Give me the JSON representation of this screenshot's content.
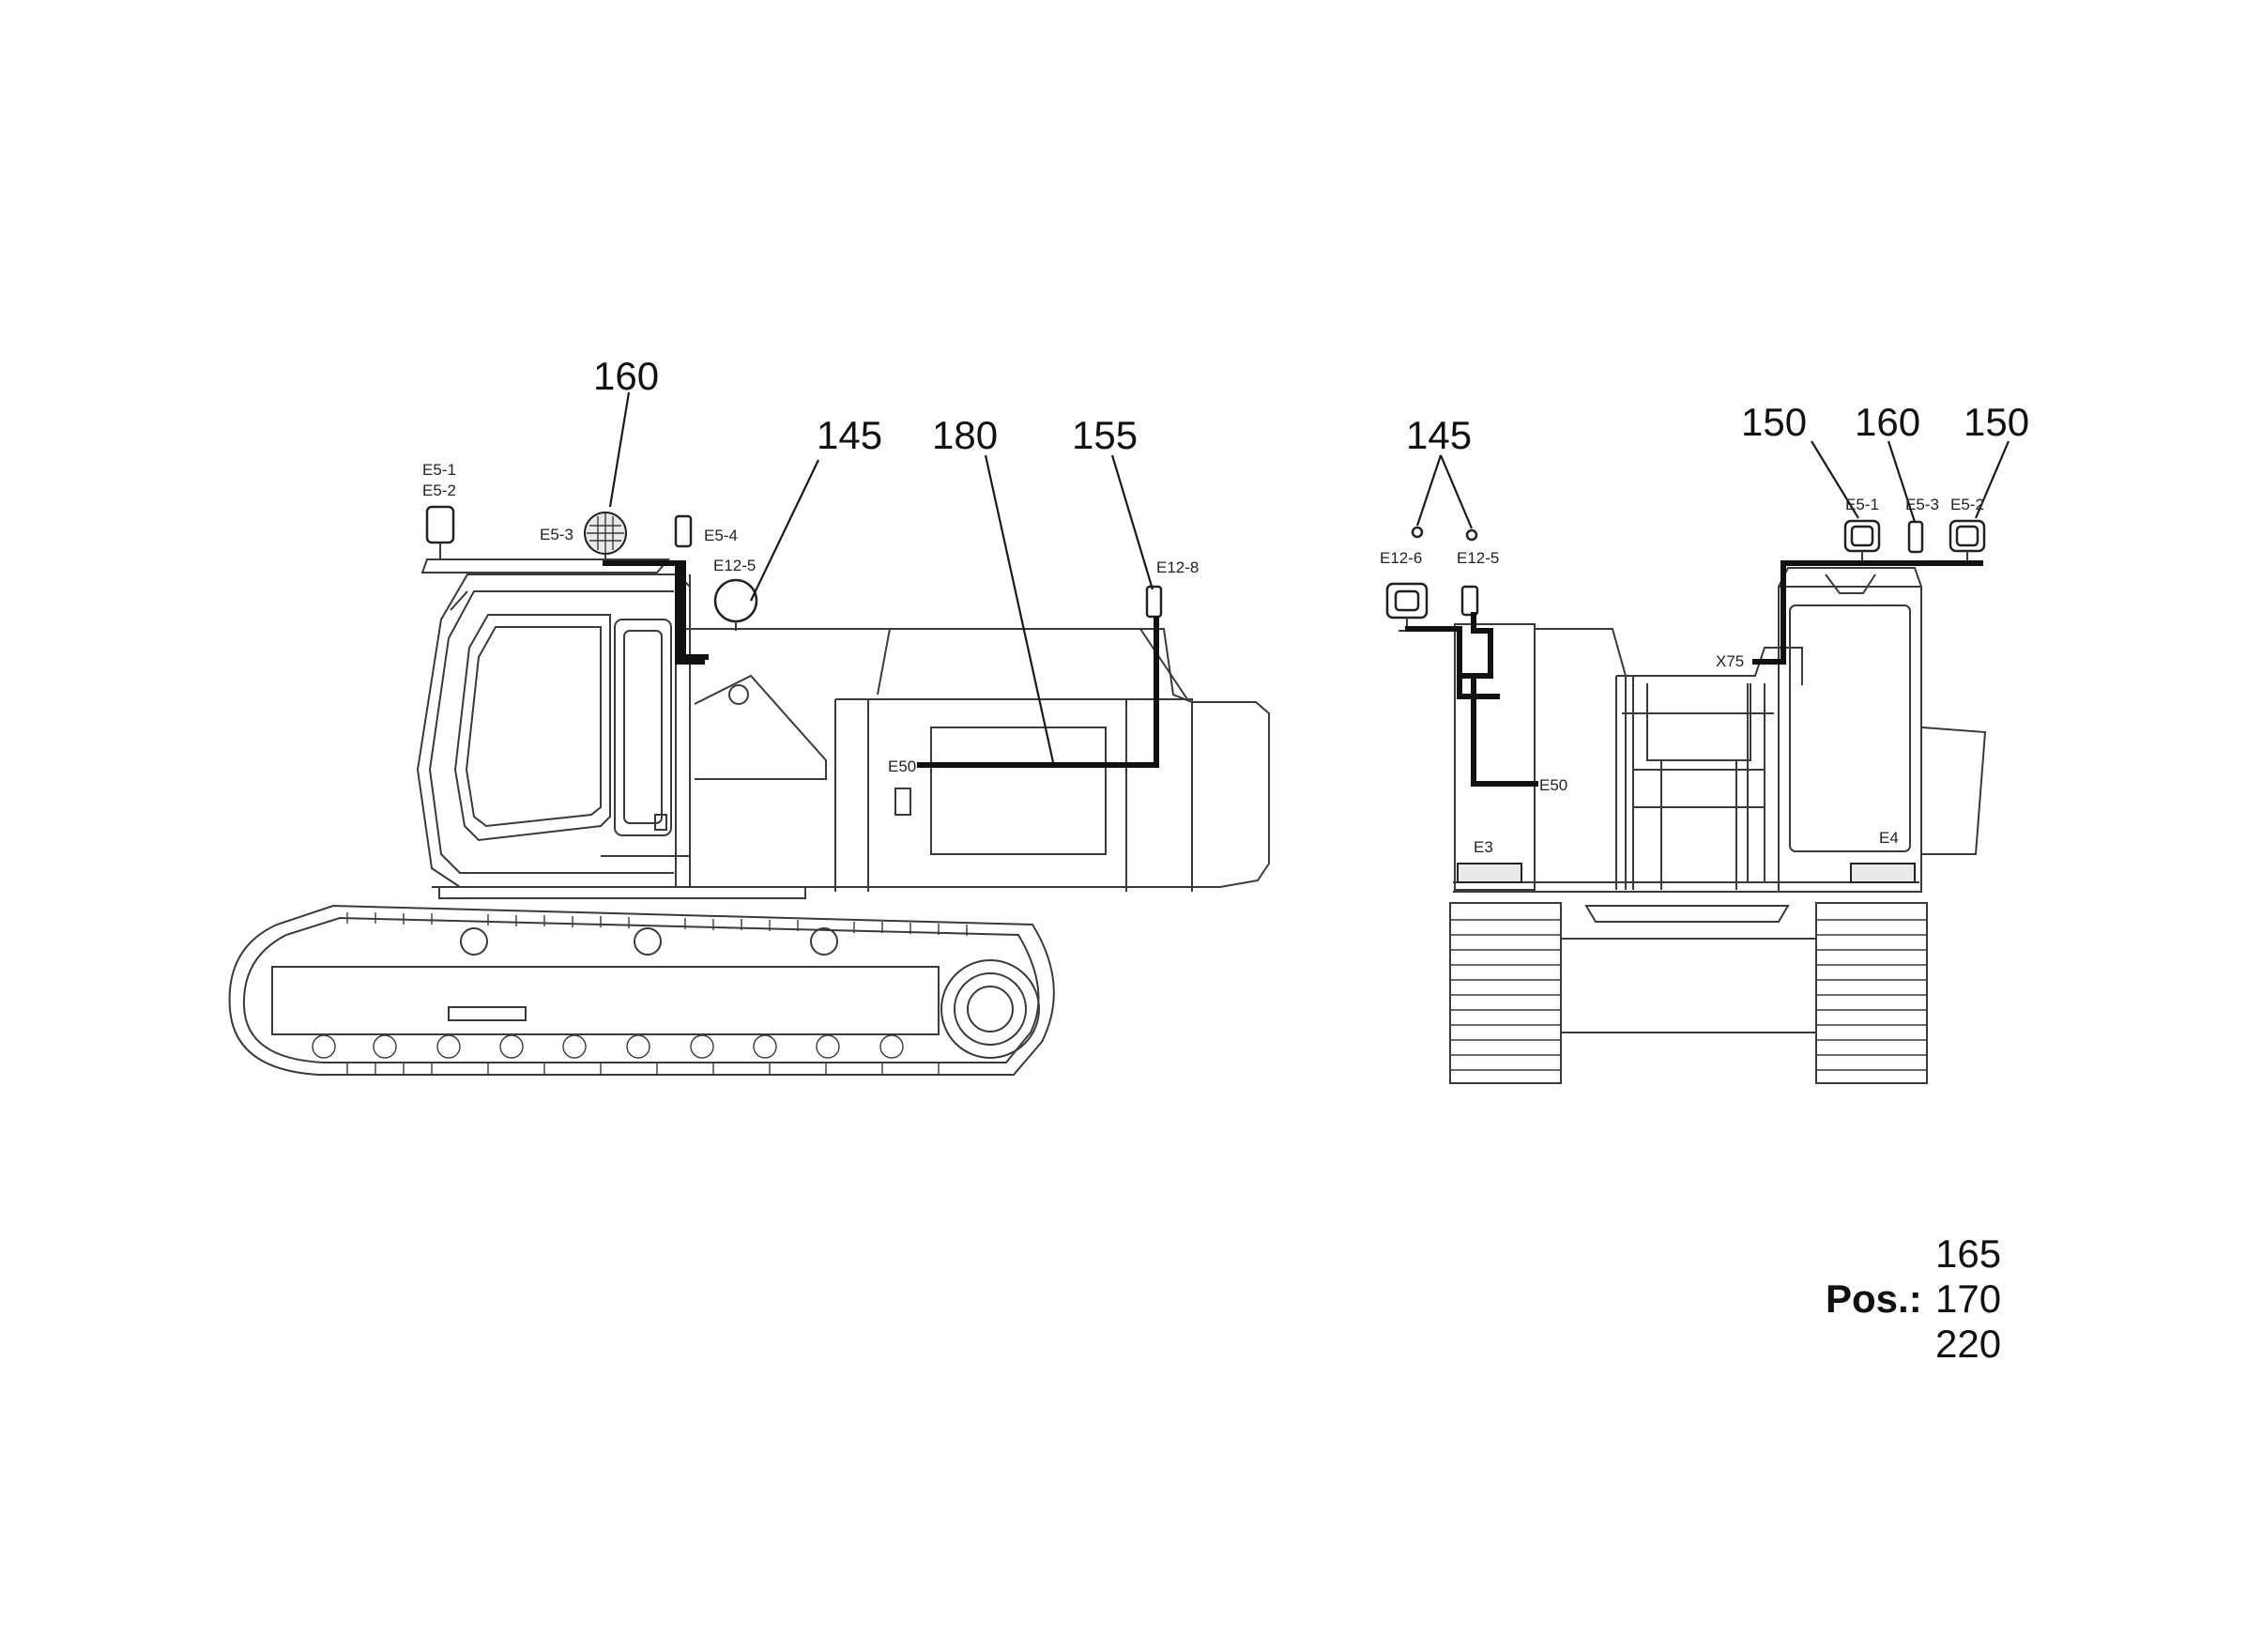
{
  "side_view": {
    "callouts": {
      "c160": "160",
      "c145": "145",
      "c180": "180",
      "c155": "155"
    },
    "labels": {
      "e5_1": "E5-1",
      "e5_2": "E5-2",
      "e5_3": "E5-3",
      "e5_4": "E5-4",
      "e12_5": "E12-5",
      "e12_8": "E12-8",
      "e50": "E50"
    }
  },
  "rear_view": {
    "callouts": {
      "c145": "145",
      "c150_left": "150",
      "c160": "160",
      "c150_right": "150"
    },
    "labels": {
      "e12_6": "E12-6",
      "e12_5": "E12-5",
      "e5_1": "E5-1",
      "e5_3": "E5-3",
      "e5_2": "E5-2",
      "x75": "X75",
      "e50": "E50",
      "e3": "E3",
      "e4": "E4"
    }
  },
  "position_block": {
    "label": "Pos.:",
    "values": [
      "165",
      "170",
      "220"
    ]
  }
}
